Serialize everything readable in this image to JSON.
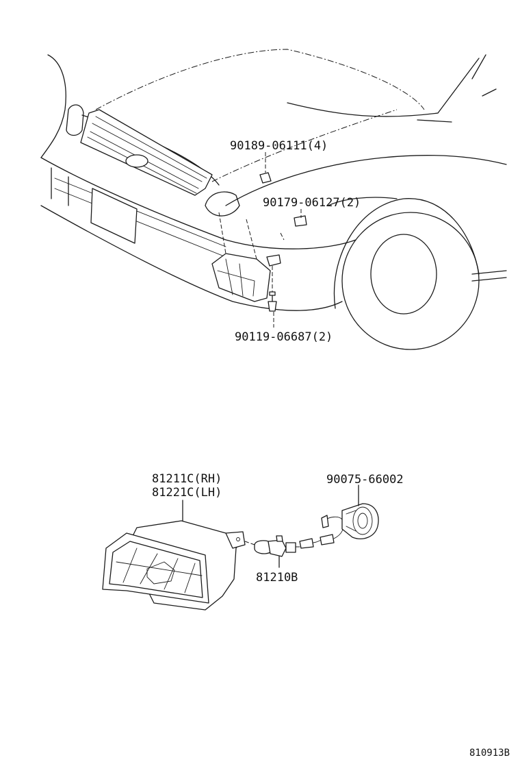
{
  "callouts": {
    "clip_upper": "90189-06111(4)",
    "nut_clip": "90179-06127(2)",
    "bolt": "90119-06687(2)",
    "unit_rh": "81211C(RH)",
    "unit_lh": "81221C(LH)",
    "socket": "90075-66002",
    "bulb": "81210B"
  },
  "illustration_number": "810913B"
}
